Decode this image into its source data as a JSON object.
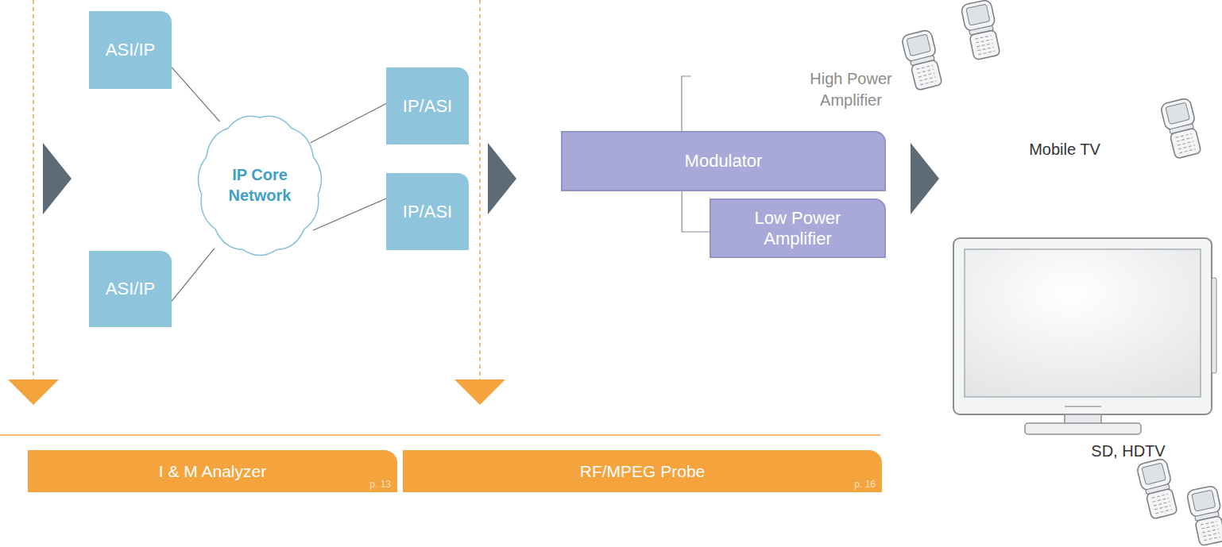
{
  "diagram": {
    "nodes": [
      {
        "text": [
          "ASI/IP"
        ]
      },
      {
        "text": [
          "IP Core Network"
        ]
      },
      {
        "text": [
          "IP/ASI"
        ]
      },
      {
        "text": [
          "IP/ASI"
        ]
      },
      {
        "text": [
          "ASI/IP"
        ]
      },
      {
        "text": [
          "Modulator"
        ]
      },
      {
        "text": [
          "Low Power Amplifier"
        ]
      },
      {
        "text": [
          "I & M Analyzer",
          "p. 13"
        ]
      },
      {
        "text": [
          "RF/MPEG Probe",
          "p. 16"
        ]
      }
    ],
    "edges": [
      {
        "from": 0,
        "to": 1,
        "arrow": "none"
      },
      {
        "from": 1,
        "to": 2,
        "arrow": "none"
      },
      {
        "from": 1,
        "to": 3,
        "arrow": "none"
      },
      {
        "from": 4,
        "to": 1,
        "arrow": "none"
      },
      {
        "from": 5,
        "to": 6,
        "arrow": "none"
      }
    ],
    "labels": [
      "High Power Amplifier",
      "Mobile TV",
      "SD, HDTV"
    ]
  }
}
